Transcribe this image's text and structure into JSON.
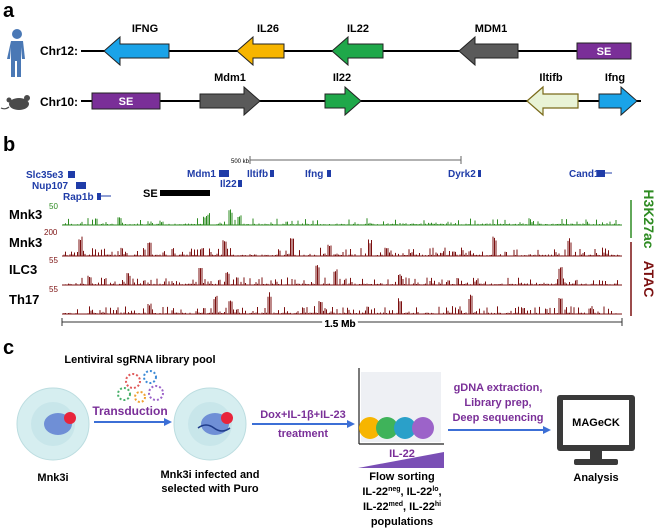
{
  "panel_labels": {
    "a": "a",
    "b": "b",
    "c": "c"
  },
  "panel_a": {
    "human": {
      "chrom": "Chr12:",
      "genes": [
        "IFNG",
        "IL26",
        "IL22",
        "MDM1"
      ],
      "se": "SE"
    },
    "mouse": {
      "chrom": "Chr10:",
      "genes": [
        "Mdm1",
        "Il22",
        "Iltifb",
        "Ifng"
      ],
      "se": "SE"
    },
    "colors": {
      "IFNG": "#1aa3e8",
      "IL26": "#f7b500",
      "IL22": "#1fa84a",
      "MDM1": "#5a5a5a",
      "SE": "#7a2f98",
      "Iltifb": "#e9f3d6"
    }
  },
  "panel_b": {
    "scale_label": "500 kb",
    "genes": [
      "Slc35e3",
      "Nup107",
      "Rap1b",
      "Mdm1",
      "Il22",
      "Iltifb",
      "Ifng",
      "Dyrk2",
      "Cand1"
    ],
    "se": "SE",
    "tracks": [
      {
        "label": "Mnk3",
        "max": "50",
        "color": "#2e8b22"
      },
      {
        "label": "Mnk3",
        "max": "200",
        "color": "#7b1010"
      },
      {
        "label": "ILC3",
        "max": "55",
        "color": "#7b1010"
      },
      {
        "label": "Th17",
        "max": "55",
        "color": "#7b1010"
      }
    ],
    "side_labels": {
      "h3k27ac": "H3K27ac",
      "atac": "ATAC"
    },
    "span": "1.5 Mb"
  },
  "panel_c": {
    "library_title": "Lentiviral sgRNA library pool",
    "transduction": "Transduction",
    "treatment_1": "Dox+IL-1β+IL-23",
    "treatment_2": "treatment",
    "cell1": "Mnk3i",
    "cell2_1": "Mnk3i infected and",
    "cell2_2": "selected with Puro",
    "il22": "IL-22",
    "sort_1": "Flow sorting",
    "sort_2": "IL-22",
    "sup_neg": "neg",
    "sort_3": ", IL-22",
    "sup_lo": "lo",
    "sort_4": ",",
    "sort_5": "IL-22",
    "sup_med": "med",
    "sort_6": ", IL-22",
    "sup_hi": "hi",
    "sort_7": "populations",
    "gdna_1": "gDNA extraction,",
    "gdna_2": "Library prep,",
    "gdna_3": "Deep sequencing",
    "mageck": "MAGeCK",
    "analysis": "Analysis"
  }
}
